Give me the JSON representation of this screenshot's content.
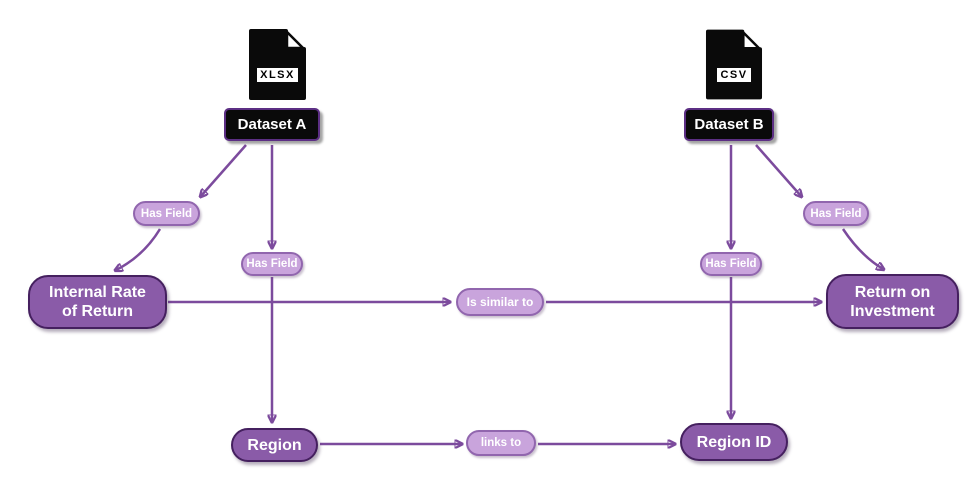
{
  "datasets": [
    {
      "label": "Dataset A",
      "file_badge": "XLSX"
    },
    {
      "label": "Dataset B",
      "file_badge": "CSV"
    }
  ],
  "nodes": {
    "internal_rate_of_return": {
      "line1": "Internal Rate",
      "line2": "of Return"
    },
    "return_on_investment": {
      "line1": "Return on",
      "line2": "Investment"
    },
    "region": {
      "label": "Region"
    },
    "region_id": {
      "label": "Region ID"
    }
  },
  "edge_labels": {
    "has_field_a_irr": "Has Field",
    "has_field_a_region": "Has Field",
    "has_field_b_region_id": "Has Field",
    "has_field_b_roi": "Has Field",
    "is_similar_to": "Is similar to",
    "links_to": "links to"
  },
  "colors": {
    "entity_fill": "#8a5ba8",
    "entity_border": "#45205f",
    "dataset_fill": "#0a0a0a",
    "dataset_border": "#5c2f84",
    "edge_label_fill": "#c9a4dc",
    "edge_label_border": "#9166ae",
    "edge_stroke": "#7c4b9d",
    "text_on_nodes": "#ffffff",
    "file_icon": "#0a0a0a"
  }
}
